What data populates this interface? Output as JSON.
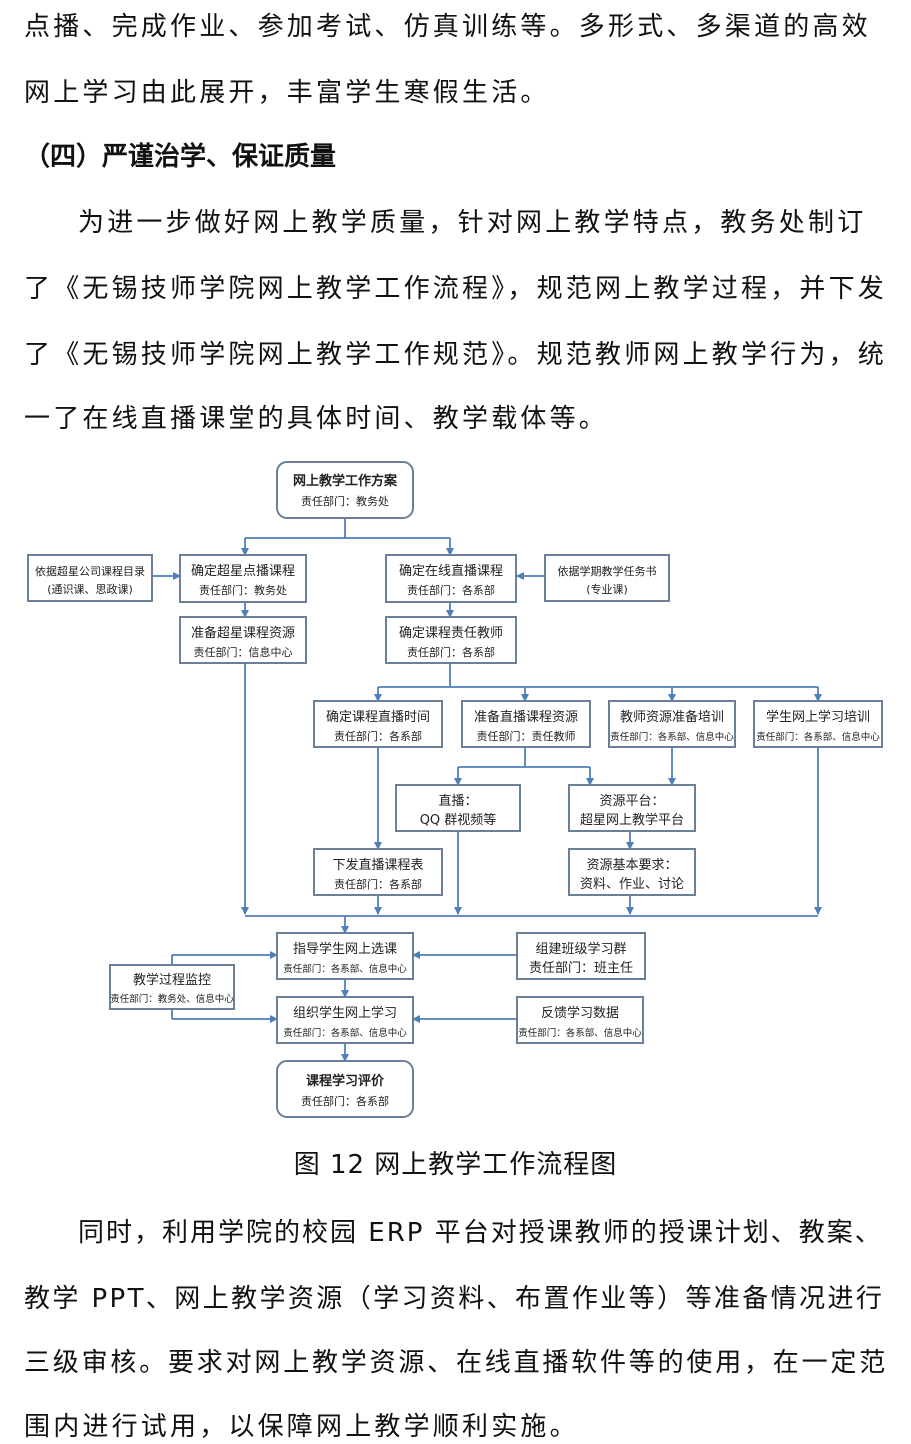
{
  "paragraph_top": {
    "line1": "点播、完成作业、参加考试、仿真训练等。多形式、多渠道的高效",
    "line2": "网上学习由此展开，丰富学生寒假生活。"
  },
  "section_heading": "（四）严谨治学、保证质量",
  "paragraph_1": {
    "line1": "为进一步做好网上教学质量，针对网上教学特点，教务处制订",
    "line2": "了《无锡技师学院网上教学工作流程》，规范网上教学过程，并下发",
    "line3": "了《无锡技师学院网上教学工作规范》。规范教师网上教学行为，统",
    "line4": "一了在线直播课堂的具体时间、教学载体等。"
  },
  "flowchart": {
    "plan": {
      "title": "网上教学工作方案",
      "dept": "责任部门：教务处"
    },
    "catalog": {
      "title": "依据超星公司课程目录",
      "dept": "(通识课、思政课)"
    },
    "vod_course": {
      "title": "确定超星点播课程",
      "dept": "责任部门：教务处"
    },
    "live_course": {
      "title": "确定在线直播课程",
      "dept": "责任部门：各系部"
    },
    "task_book": {
      "title": "依据学期教学任务书",
      "dept": "(专业课)"
    },
    "prep_star": {
      "title": "准备超星课程资源",
      "dept": "责任部门：信息中心"
    },
    "teacher": {
      "title": "确定课程责任教师",
      "dept": "责任部门：各系部"
    },
    "live_time": {
      "title": "确定课程直播时间",
      "dept": "责任部门：各系部"
    },
    "live_res": {
      "title": "准备直播课程资源",
      "dept": "责任部门：责任教师"
    },
    "teacher_train": {
      "title": "教师资源准备培训",
      "dept": "责任部门：各系部、信息中心"
    },
    "student_train": {
      "title": "学生网上学习培训",
      "dept": "责任部门：各系部、信息中心"
    },
    "live_tool": {
      "title": "直播：",
      "dept": "QQ 群视频等"
    },
    "res_platform": {
      "title": "资源平台：",
      "dept": "超星网上教学平台"
    },
    "schedule": {
      "title": "下发直播课程表",
      "dept": "责任部门：各系部"
    },
    "res_req": {
      "title": "资源基本要求：",
      "dept": "资料、作业、讨论"
    },
    "guide": {
      "title": "指导学生网上选课",
      "dept": "责任部门：各系部、信息中心"
    },
    "class_group": {
      "title": "组建班级学习群",
      "dept": "责任部门：班主任"
    },
    "monitor": {
      "title": "教学过程监控",
      "dept": "责任部门：教务处、信息中心"
    },
    "organize": {
      "title": "组织学生网上学习",
      "dept": "责任部门：各系部、信息中心"
    },
    "feedback": {
      "title": "反馈学习数据",
      "dept": "责任部门：各系部、信息中心"
    },
    "evaluation": {
      "title": "课程学习评价",
      "dept": "责任部门：各系部"
    }
  },
  "figure_caption": "图 12 网上教学工作流程图",
  "paragraph_2": {
    "line1": "同时，利用学院的校园 ERP 平台对授课教师的授课计划、教案、",
    "line2": "教学 PPT、网上教学资源（学习资料、布置作业等）等准备情况进行",
    "line3": "三级审核。要求对网上教学资源、在线直播软件等的使用，在一定范",
    "line4": "围内进行试用，以保障网上教学顺利实施。"
  },
  "colors": {
    "box_border": "#6b7f99",
    "arrow": "#4f7fb8",
    "text": "#111111"
  }
}
